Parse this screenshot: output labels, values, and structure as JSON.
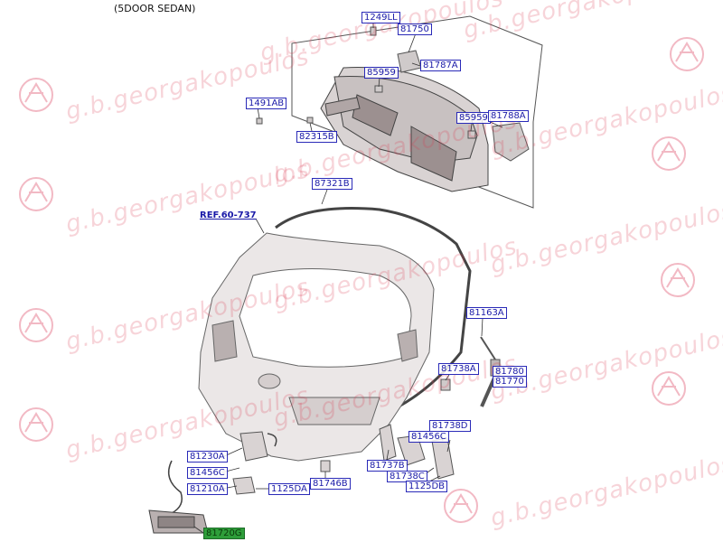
{
  "header": {
    "title": "(5DOOR SEDAN)"
  },
  "watermark": {
    "text": "g.b.georgakopoulos"
  },
  "reference": {
    "text": "REF.60-737"
  },
  "callouts": [
    {
      "id": "1249LL",
      "highlight": false
    },
    {
      "id": "81750",
      "highlight": false
    },
    {
      "id": "85959",
      "highlight": false
    },
    {
      "id": "81787A",
      "highlight": false
    },
    {
      "id": "1491AB",
      "highlight": false
    },
    {
      "id": "85959",
      "highlight": false
    },
    {
      "id": "81788A",
      "highlight": false
    },
    {
      "id": "82315B",
      "highlight": false
    },
    {
      "id": "87321B",
      "highlight": false
    },
    {
      "id": "81163A",
      "highlight": false
    },
    {
      "id": "81738A",
      "highlight": false
    },
    {
      "id": "81780",
      "highlight": false
    },
    {
      "id": "81770",
      "highlight": false
    },
    {
      "id": "81738D",
      "highlight": false
    },
    {
      "id": "81456C",
      "highlight": false
    },
    {
      "id": "81230A",
      "highlight": false
    },
    {
      "id": "81737B",
      "highlight": false
    },
    {
      "id": "81738C",
      "highlight": false
    },
    {
      "id": "1125DB",
      "highlight": false
    },
    {
      "id": "81456C",
      "highlight": false
    },
    {
      "id": "81210A",
      "highlight": false
    },
    {
      "id": "1125DA",
      "highlight": false
    },
    {
      "id": "81746B",
      "highlight": false
    },
    {
      "id": "81720G",
      "highlight": true
    }
  ],
  "colors": {
    "callout_text": "#1a1aa8",
    "callout_border": "#2a2ab8",
    "highlight": "#2e9e3a",
    "line_art": "#555555",
    "watermark": "#dc3c50"
  }
}
